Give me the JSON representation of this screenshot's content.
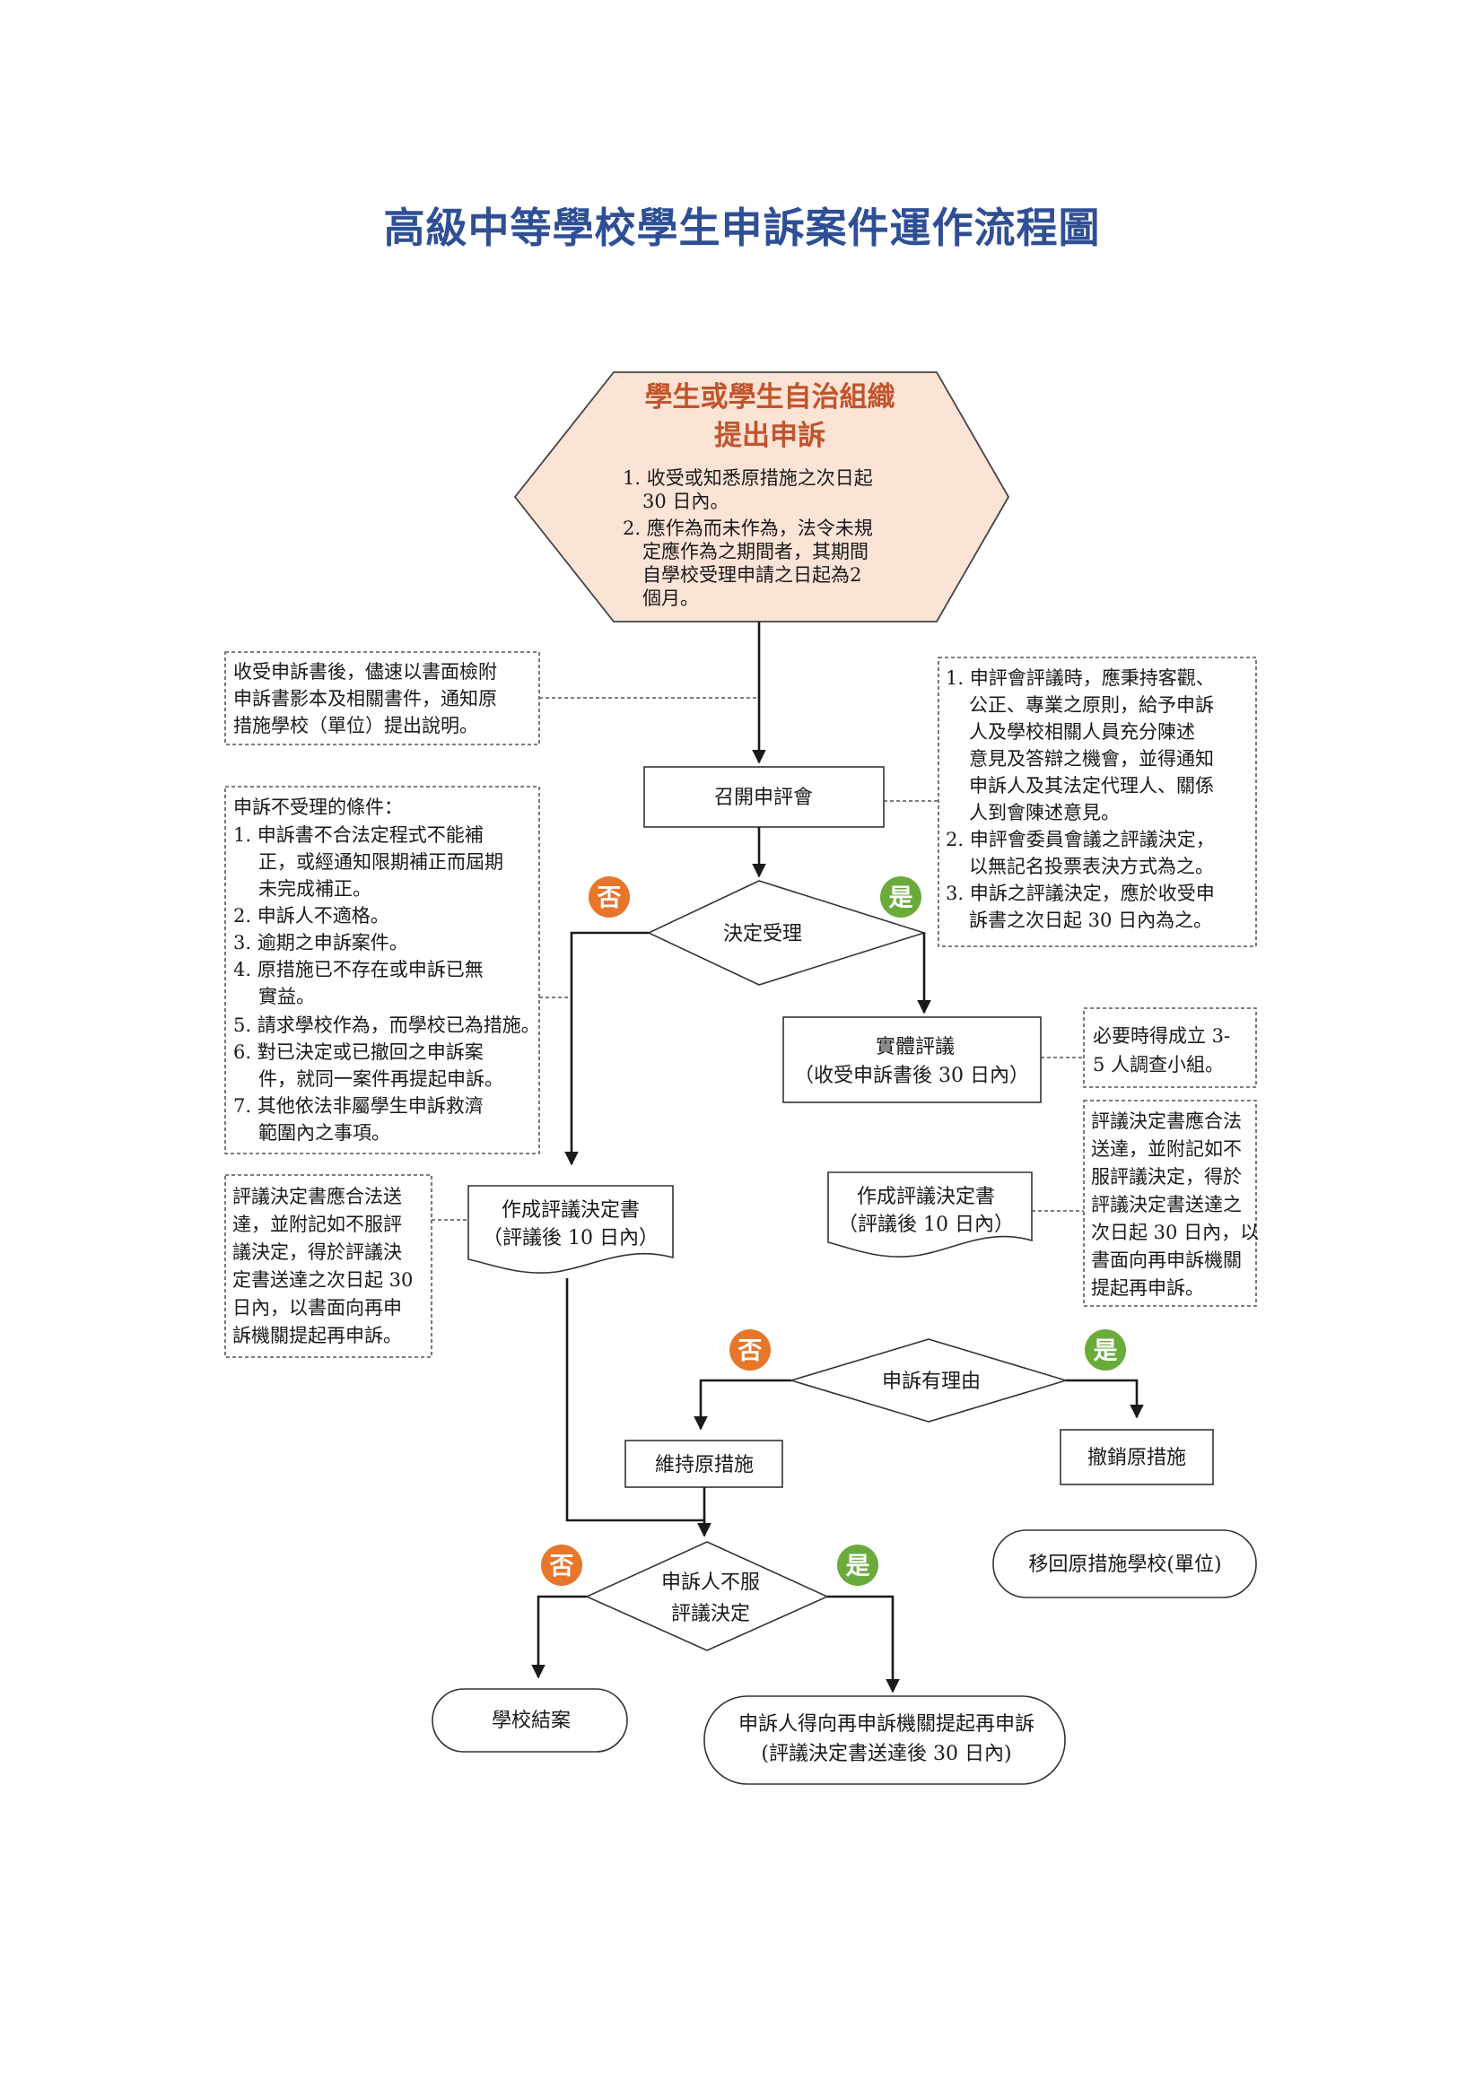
{
  "title": "高級中等學校學生申訴案件運作流程圖",
  "colors": {
    "title": "#2f4f95",
    "hex_fill": "#fbe3d6",
    "hex_title": "#c0552b",
    "no_badge": "#e6762a",
    "yes_badge": "#6aab3b"
  },
  "badges": {
    "no": "否",
    "yes": "是"
  },
  "start": {
    "title_lines": [
      "學生或學生自治組織",
      "提出申訴"
    ],
    "body_lines": [
      "1. 收受或知悉原措施之次日起",
      "30 日內。",
      "2. 應作為而未作為，法令未規",
      "定應作為之期間者，其期間",
      "自學校受理申請之日起為2",
      "個月。"
    ]
  },
  "notes": {
    "notify": [
      "收受申訴書後，儘速以書面檢附",
      "申訴書影本及相關書件，通知原",
      "措施學校（單位）提出說明。"
    ],
    "review_principles": [
      "1. 申評會評議時，應秉持客觀、",
      "公正、專業之原則，給予申訴",
      "人及學校相關人員充分陳述",
      "意見及答辯之機會，並得通知",
      "申訴人及其法定代理人、關係",
      "人到會陳述意見。",
      "2. 申評會委員會議之評議決定，",
      "以無記名投票表決方式為之。",
      "3. 申訴之評議決定，應於收受申",
      "訴書之次日起 30 日內為之。"
    ],
    "reject_conditions": [
      "申訴不受理的條件：",
      "1. 申訴書不合法定程式不能補",
      "正，或經通知限期補正而屆期",
      "未完成補正。",
      "2. 申訴人不適格。",
      "3. 逾期之申訴案件。",
      "4. 原措施已不存在或申訴已無",
      "實益。",
      "5. 請求學校作為，而學校已為措施。",
      "6. 對已決定或已撤回之申訴案",
      "件，就同一案件再提起申訴。",
      "7. 其他依法非屬學生申訴救濟",
      "範圍內之事項。"
    ],
    "investigation": [
      "必要時得成立 3-",
      "5 人調查小組。"
    ],
    "decision_delivery_right": [
      "評議決定書應合法",
      "送達，並附記如不",
      "服評議決定，得於",
      "評議決定書送達之",
      "次日起 30 日內，以",
      "書面向再申訴機關",
      "提起再申訴。"
    ],
    "decision_delivery_left": [
      "評議決定書應合法送",
      "達，並附記如不服評",
      "議決定，得於評議決",
      "定書送達之次日起 30",
      "日內，以書面向再申",
      "訴機關提起再申訴。"
    ]
  },
  "nodes": {
    "convene": "召開申評會",
    "accept": "決定受理",
    "hearing": [
      "實體評議",
      "（收受申訴書後 30 日內）"
    ],
    "doc_left": [
      "作成評議決定書",
      "（評議後 10 日內）"
    ],
    "doc_right": [
      "作成評議決定書",
      "（評議後 10 日內）"
    ],
    "reasonable": "申訴有理由",
    "maintain": "維持原措施",
    "revoke": "撤銷原措施",
    "return": "移回原措施學校(單位)",
    "disagree": [
      "申訴人不服",
      "評議決定"
    ],
    "close": "學校結案",
    "re_appeal": [
      "申訴人得向再申訴機關提起再申訴",
      "(評議決定書送達後 30 日內)"
    ]
  }
}
